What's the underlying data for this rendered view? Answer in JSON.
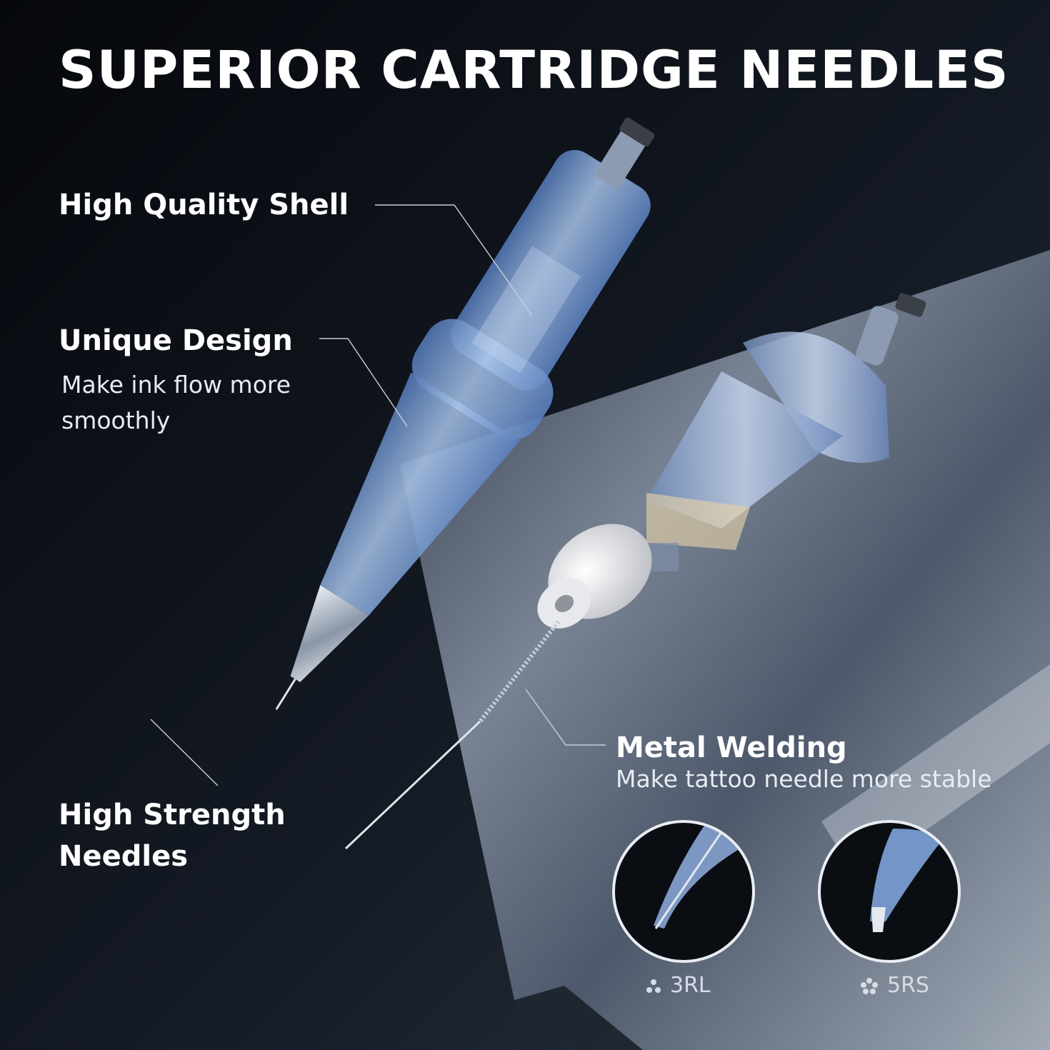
{
  "title": "SUPERIOR CARTRIDGE NEEDLES",
  "callouts": {
    "shell": {
      "title": "High Quality Shell"
    },
    "design": {
      "title": "Unique Design",
      "desc": "Make ink flow more smoothly"
    },
    "welding": {
      "title": "Metal Welding",
      "desc": "Make tattoo needle more stable"
    },
    "strength": {
      "title_line1": "High Strength",
      "title_line2": "Needles"
    }
  },
  "needle_types": [
    {
      "icon": "three-dot-icon",
      "label": "3RL"
    },
    {
      "icon": "five-dot-icon",
      "label": "5RS"
    }
  ],
  "colors": {
    "background": "#0b0f16",
    "shell_blue": "#7da2d6",
    "text": "#ffffff"
  }
}
